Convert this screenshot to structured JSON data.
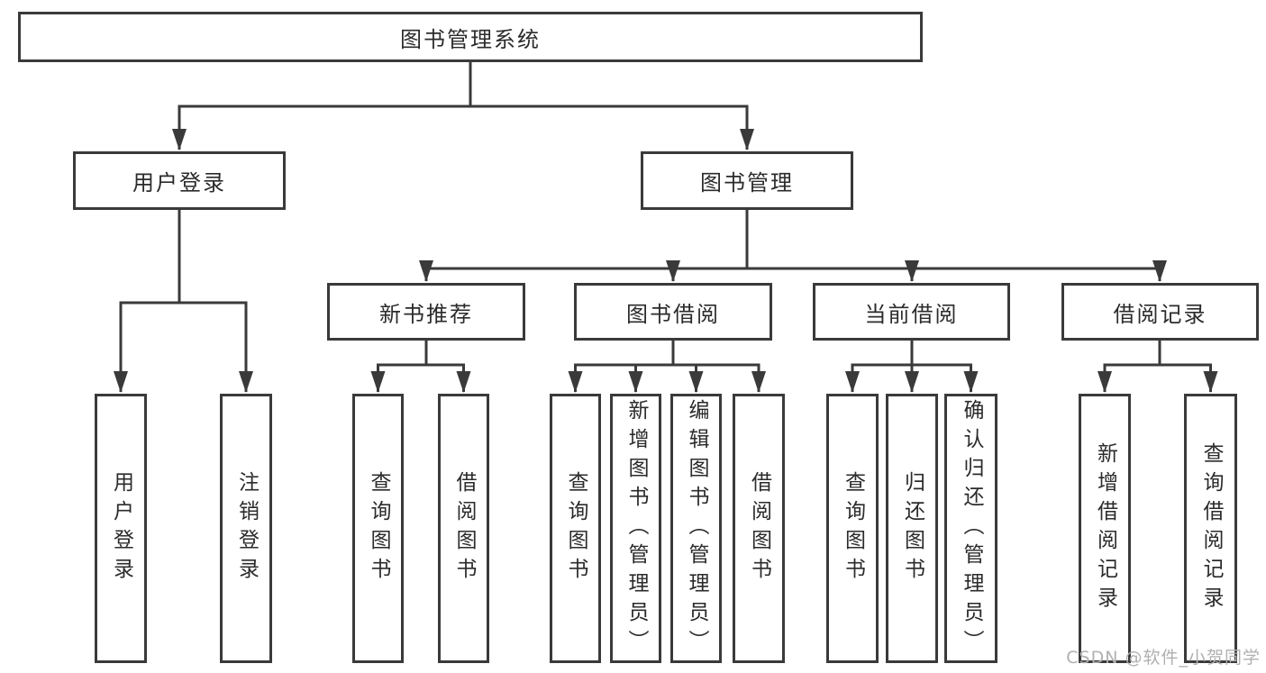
{
  "tree": {
    "label": "图书管理系统",
    "children": [
      {
        "label": "用户登录",
        "children": [
          {
            "label": "用户登录"
          },
          {
            "label": "注销登录"
          }
        ]
      },
      {
        "label": "图书管理",
        "children": [
          {
            "label": "新书推荐",
            "children": [
              {
                "label": "查询图书"
              },
              {
                "label": "借阅图书"
              }
            ]
          },
          {
            "label": "图书借阅",
            "children": [
              {
                "label": "查询图书"
              },
              {
                "label": "新增图书（管理员）"
              },
              {
                "label": "编辑图书（管理员）"
              },
              {
                "label": "借阅图书"
              }
            ]
          },
          {
            "label": "当前借阅",
            "children": [
              {
                "label": "查询图书"
              },
              {
                "label": "归还图书"
              },
              {
                "label": "确认归还（管理员）"
              }
            ]
          },
          {
            "label": "借阅记录",
            "children": [
              {
                "label": "新增借阅记录"
              },
              {
                "label": "查询借阅记录"
              }
            ]
          }
        ]
      }
    ]
  },
  "watermark": {
    "text": "CSDN @软件_小贺同学"
  },
  "colors": {
    "line": "#3a3a3a",
    "border": "#3a3a3a",
    "text": "#2b2b2b",
    "watermark": "#b0b0b0",
    "background": "#ffffff"
  }
}
